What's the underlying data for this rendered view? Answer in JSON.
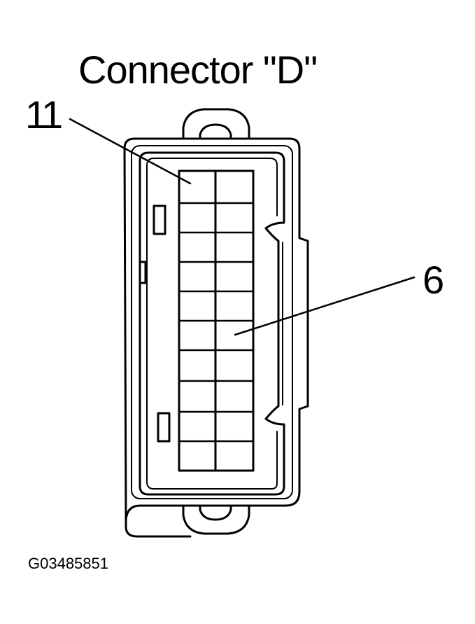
{
  "diagram": {
    "title": "Connector \"D\"",
    "callouts": [
      {
        "label": "11",
        "pin": 11
      },
      {
        "label": "6",
        "pin": 6
      }
    ],
    "figure_id": "G03485851",
    "connector": {
      "columns": 2,
      "rows": 10
    },
    "colors": {
      "line": "#000000",
      "background": "#ffffff"
    }
  }
}
